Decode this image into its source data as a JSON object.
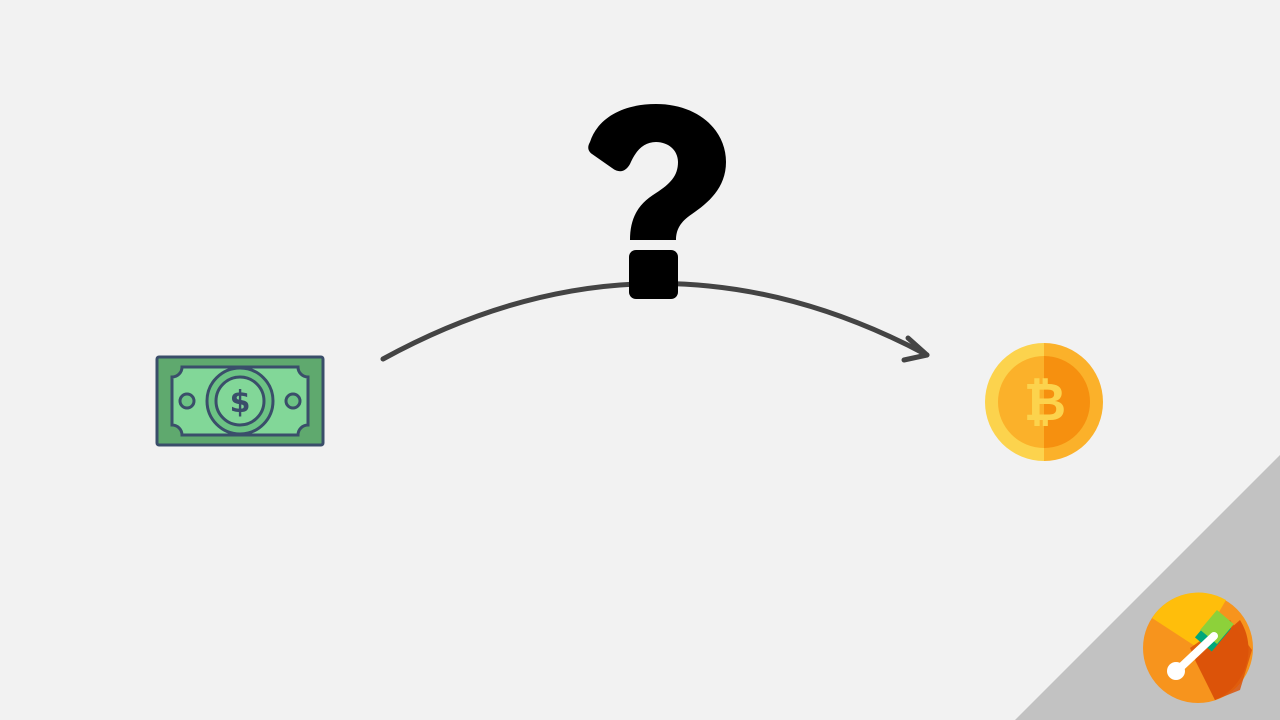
{
  "diagram": {
    "source": {
      "icon": "dollar-bill-icon",
      "symbol": "$"
    },
    "unknown": {
      "icon": "question-mark-icon",
      "symbol": "?"
    },
    "target": {
      "icon": "bitcoin-coin-icon",
      "symbol": "₿"
    },
    "flow": {
      "from": "dollar-bill",
      "to": "bitcoin",
      "style": "curved-arrow"
    },
    "corner_logo": {
      "icon": "wallet-logo-icon"
    }
  },
  "colors": {
    "background": "#f2f2f2",
    "bill_fill": "#7fd593",
    "bill_dark": "#4e9f64",
    "bill_outline": "#3a4e6a",
    "question_mark": "#000000",
    "arrow": "#444444",
    "coin_light": "#fcd34d",
    "coin_mid": "#fbb12a",
    "coin_dark": "#f6900f",
    "corner_triangle": "#c2c2c2",
    "logo_orange": "#f7941d",
    "logo_dark": "#dc5409",
    "logo_yellow": "#ffbe0b"
  }
}
